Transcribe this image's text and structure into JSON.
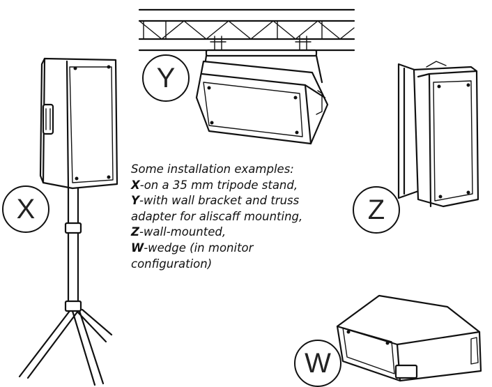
{
  "badges": {
    "x": "X",
    "y": "Y",
    "z": "Z",
    "w": "W"
  },
  "caption": {
    "heading": "Some installation examples:",
    "x_key": "X",
    "x_text": "-on a 35 mm tripode stand,",
    "y_key": "Y",
    "y_text": "-with wall bracket and truss",
    "y_cont": "adapter for aliscaff mounting,",
    "z_key": "Z",
    "z_text": "-wall-mounted,",
    "w_key": "W",
    "w_text": "-wedge (in monitor",
    "w_cont": "configuration)"
  },
  "icons": [
    "truss",
    "tripod-stand",
    "speaker-cabinet",
    "wall-bracket",
    "wedge-monitor"
  ]
}
